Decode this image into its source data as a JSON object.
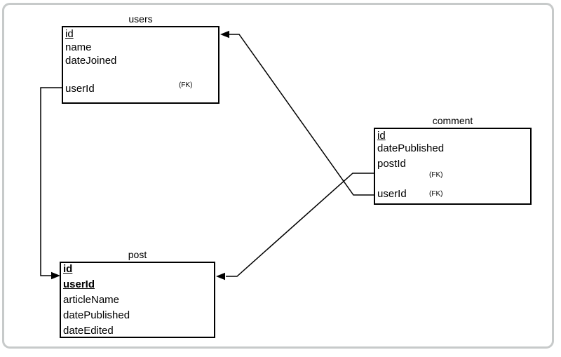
{
  "canvas": {
    "background_color": "#ffffff",
    "frame_border_color": "#c7caca",
    "entity_border_color": "#000000",
    "line_color": "#000000"
  },
  "entities": [
    {
      "id": "users",
      "title": "users",
      "rows": [
        {
          "label": "id",
          "key": "primary"
        },
        {
          "label": "name"
        },
        {
          "label": "dateJoined"
        },
        {
          "label": "userId",
          "key": "foreign",
          "fk_label": "(FK)"
        }
      ]
    },
    {
      "id": "comment",
      "title": "comment",
      "rows": [
        {
          "label": "id",
          "key": "primary"
        },
        {
          "label": "datePublished"
        },
        {
          "label": "postId",
          "key": "foreign",
          "fk_label": "(FK)"
        },
        {
          "label": "userId",
          "key": "foreign",
          "fk_label": "(FK)"
        }
      ]
    },
    {
      "id": "post",
      "title": "post",
      "rows": [
        {
          "label": "id",
          "key": "primary"
        },
        {
          "label": "userId",
          "key": "primary"
        },
        {
          "label": "articleName"
        },
        {
          "label": "datePublished"
        },
        {
          "label": "dateEdited"
        }
      ]
    }
  ],
  "relationships": [
    {
      "from": "users.userId",
      "to": "post",
      "arrow": "into-post-left-edge"
    },
    {
      "from": "comment.userId",
      "to": "users",
      "arrow": "into-users-right-edge"
    },
    {
      "from": "comment.postId",
      "to": "post",
      "arrow": "into-post-right-edge"
    }
  ]
}
